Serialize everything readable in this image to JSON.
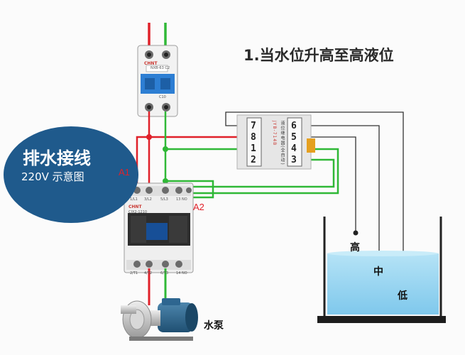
{
  "title": "1.当水位升高至高液位",
  "badge": {
    "title": "排水接线",
    "subtitle": "220V 示意图"
  },
  "labels": {
    "a1": "A1",
    "a2": "A2",
    "pump": "水泵",
    "high": "高",
    "mid": "中",
    "low": "低"
  },
  "breaker": {
    "brand": "CHNT",
    "model": "NXB-63 C2",
    "spec": "C10"
  },
  "contactor": {
    "brand": "CHNT",
    "model": "CJX2-1210",
    "top_terminals": [
      "1/L1",
      "3/L2",
      "5/L3",
      "13 NO"
    ],
    "bottom_terminals": [
      "2/T1",
      "4/T2",
      "6/T3",
      "14 NO"
    ]
  },
  "relay": {
    "terminals_left": [
      "7",
      "8",
      "1",
      "2"
    ],
    "terminals_right": [
      "6",
      "5",
      "4",
      "3"
    ],
    "brand_text": "JYB-714B",
    "side_text": "液位继电器(全自动)"
  },
  "colors": {
    "live": "#e0212a",
    "neutral": "#2fb836",
    "water": "#9fd8f2",
    "badge": "#1f5a8c"
  }
}
